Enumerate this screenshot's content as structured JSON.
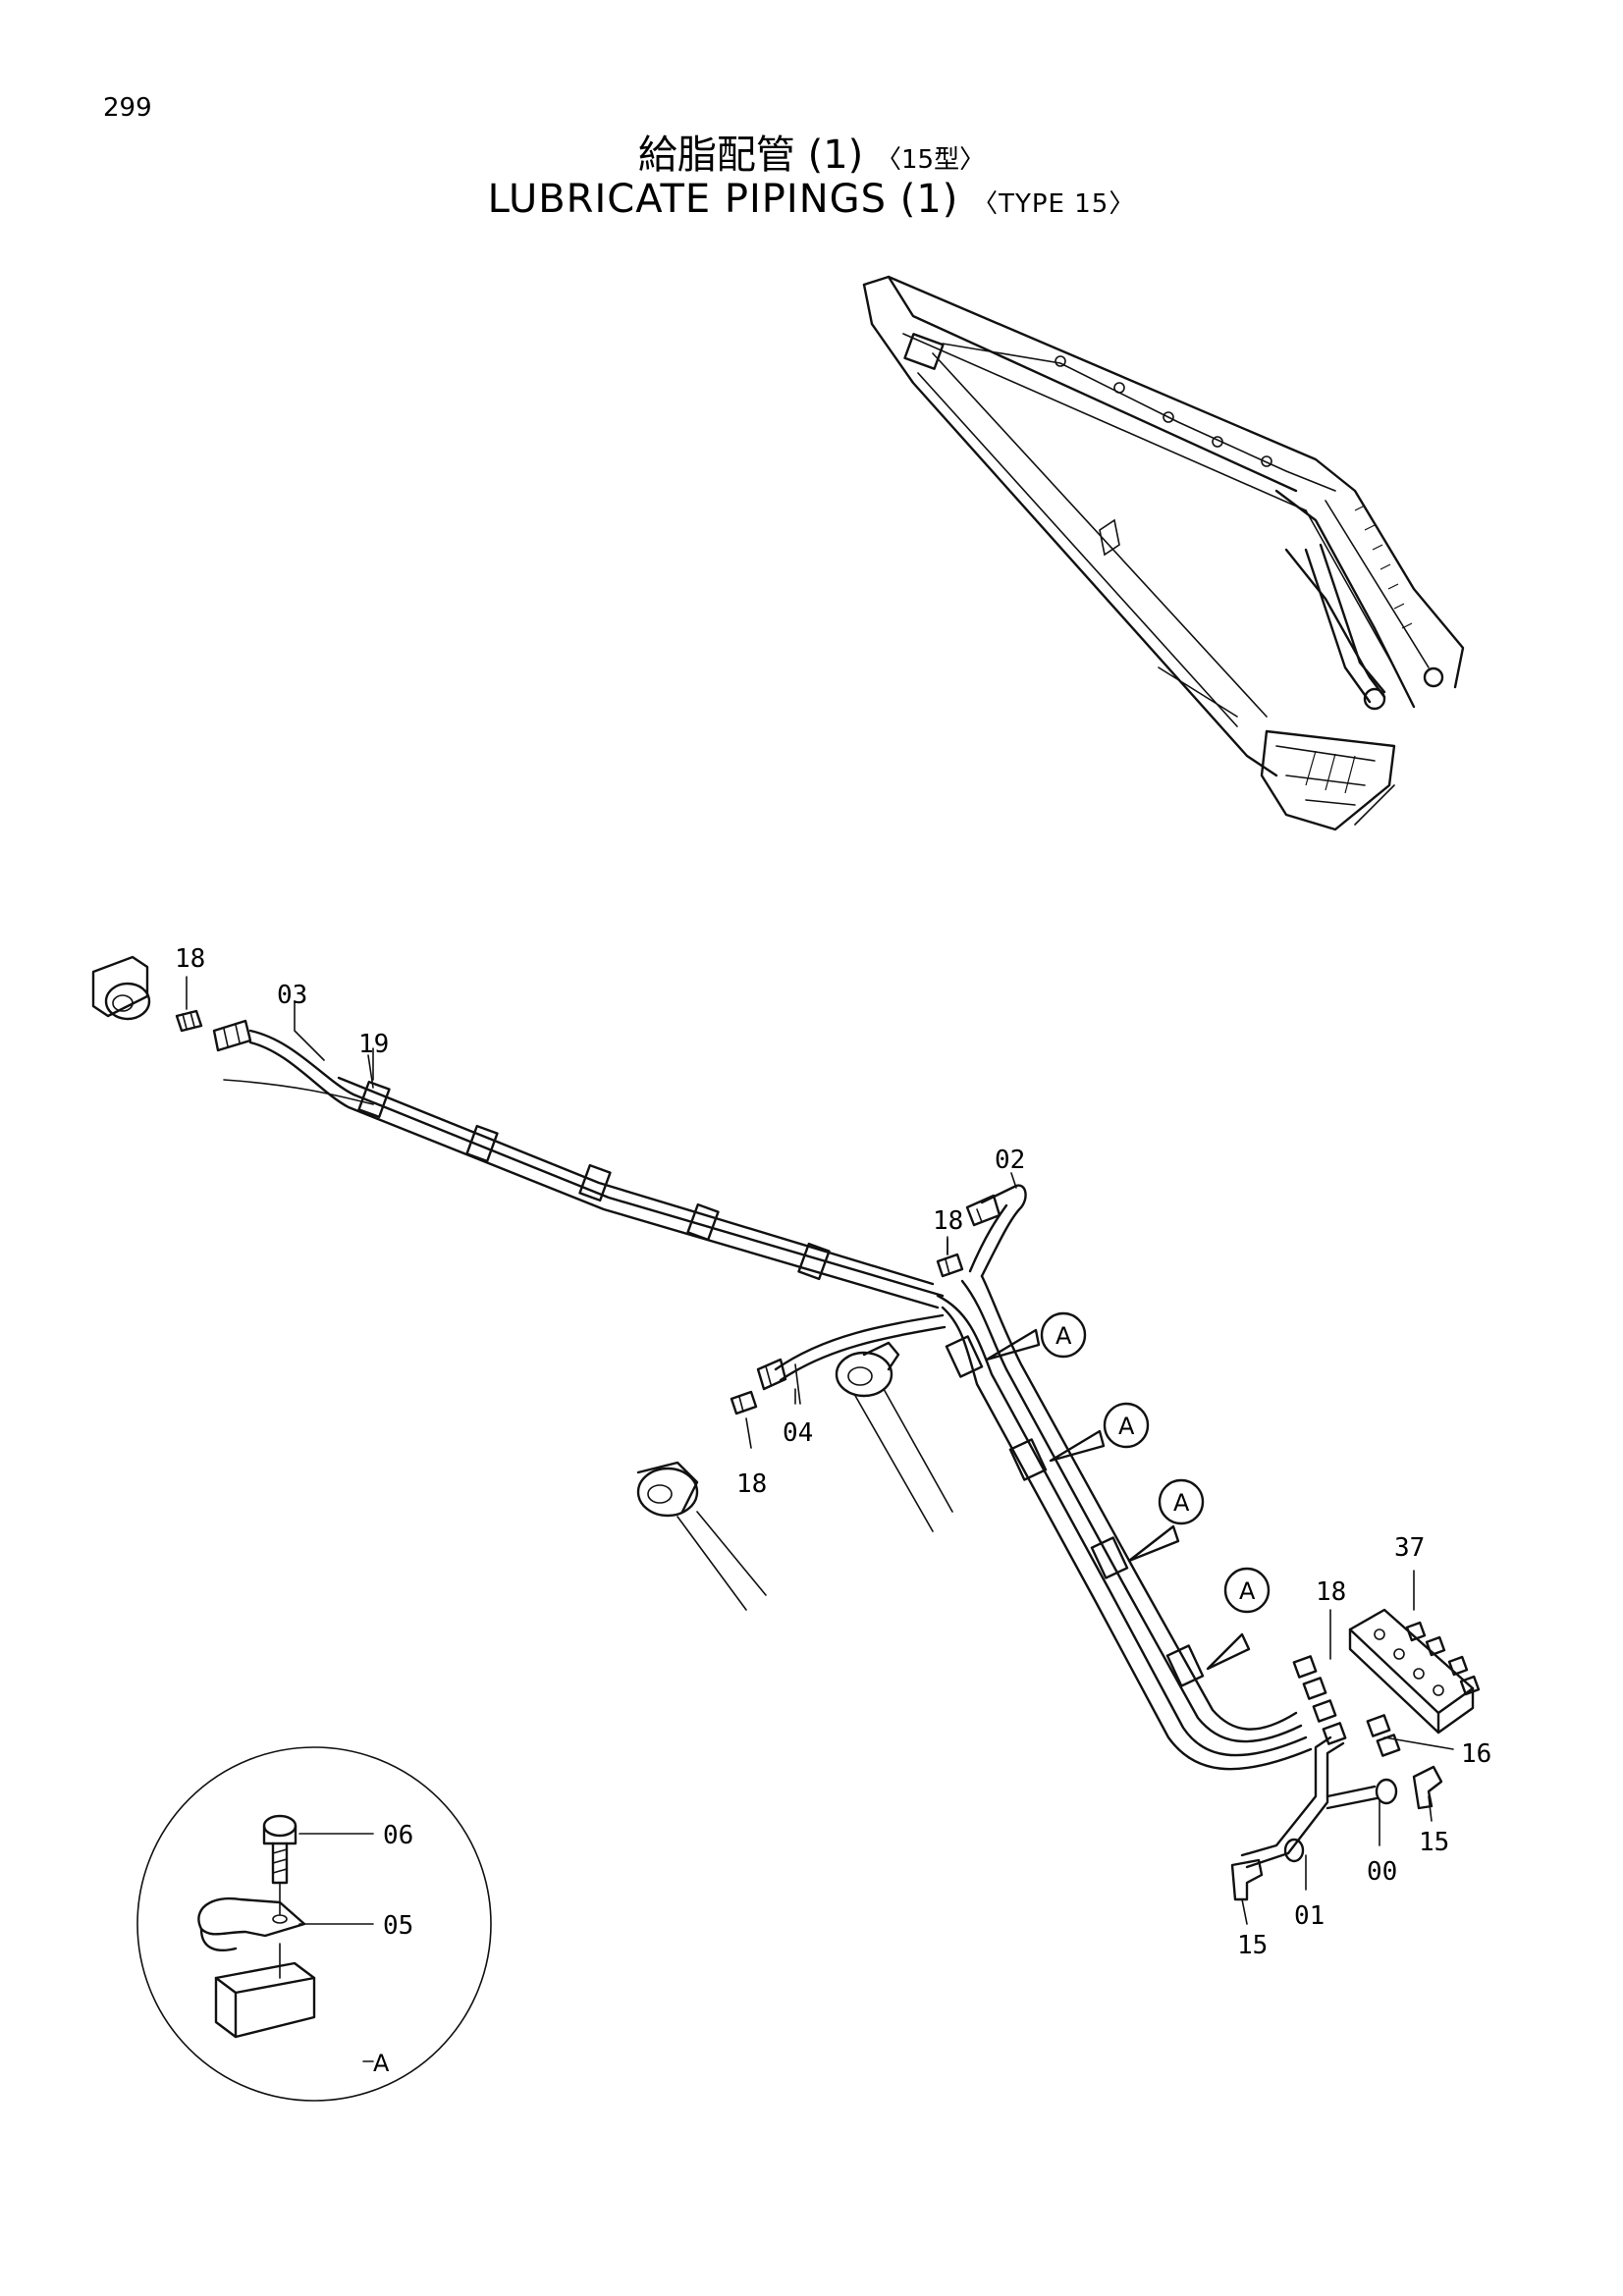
{
  "page": {
    "number": "299",
    "title_jp": "給脂配管 (1)",
    "title_jp_type": "〈15型〉",
    "title_en": "LUBRICATE PIPINGS (1)",
    "title_en_type": "〈TYPE 15〉"
  },
  "callouts": {
    "c18_left": "18",
    "c03": "03",
    "c19": "19",
    "c02": "02",
    "c18_mid": "18",
    "c04": "04",
    "c18_low": "18",
    "c37": "37",
    "c18_right": "18",
    "c16": "16",
    "c15_right": "15",
    "c00": "00",
    "c01": "01",
    "c15_low": "15",
    "c06": "06",
    "c05": "05"
  },
  "markers": {
    "a1": "A",
    "a2": "A",
    "a3": "A",
    "a4": "A",
    "detail_label": "A"
  },
  "icons": [
    "boom-arm-assembly",
    "arrow-marker",
    "bolt",
    "clamp",
    "grease-fitting",
    "manifold-block"
  ]
}
